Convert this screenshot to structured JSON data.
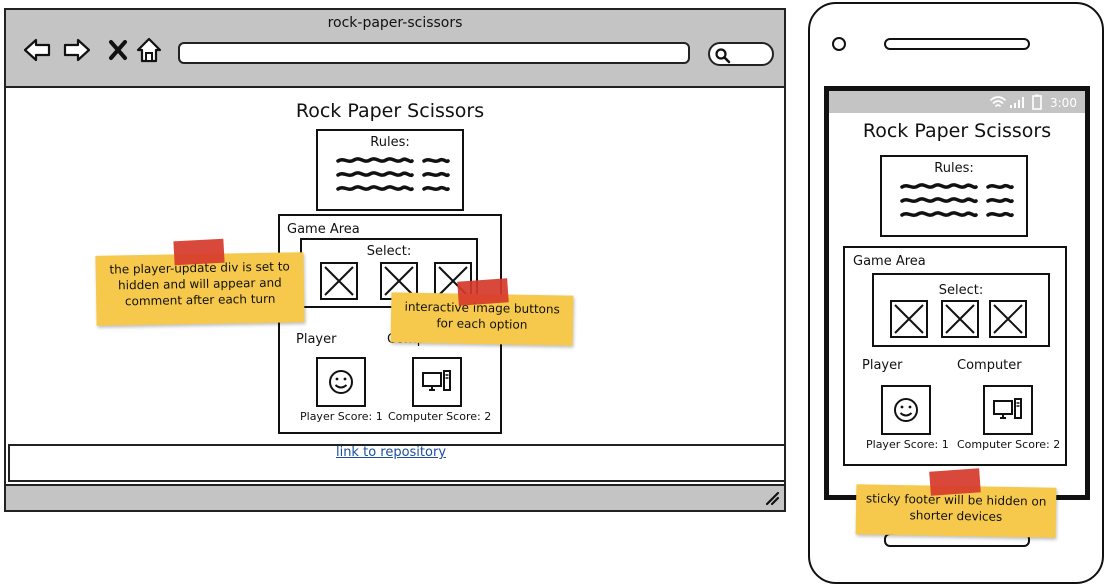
{
  "browser": {
    "title": "rock-paper-scissors",
    "nav_icons": [
      "back-arrow-icon",
      "forward-arrow-icon",
      "close-icon",
      "home-icon"
    ],
    "search_icon": "search-icon"
  },
  "desktop": {
    "page_title": "Rock Paper Scissors",
    "rules_label": "Rules:",
    "game_area_label": "Game Area",
    "select_label": "Select:",
    "player_label": "Player",
    "computer_label": "Computer",
    "player_score": "Player Score: 1",
    "computer_score": "Computer Score: 2",
    "footer_link": "link to repository"
  },
  "mobile": {
    "status_time": "3:00",
    "page_title": "Rock Paper Scissors",
    "rules_label": "Rules:",
    "game_area_label": "Game Area",
    "select_label": "Select:",
    "player_label": "Player",
    "computer_label": "Computer",
    "player_score": "Player Score: 1",
    "computer_score": "Computer Score: 2"
  },
  "notes": {
    "player_update": "the player-update div is set to hidden and will appear and comment after each turn",
    "image_buttons": "interactive image buttons for each option",
    "sticky_footer": "sticky footer will be hidden on shorter devices"
  },
  "colors": {
    "chrome_gray": "#c4c4c4",
    "note_yellow": "#f6c94d",
    "tape_red": "#d63a2a",
    "link_blue": "#1a4f9c"
  }
}
